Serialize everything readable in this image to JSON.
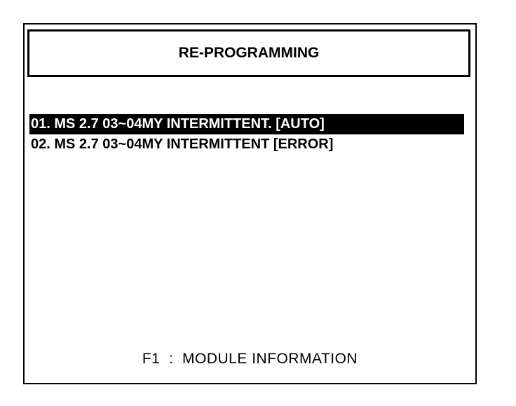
{
  "header": {
    "title": "RE-PROGRAMMING"
  },
  "menu": {
    "items": [
      {
        "label": "01. MS 2.7 03~04MY INTERMITTENT. [AUTO]",
        "selected": true
      },
      {
        "label": "02. MS 2.7 03~04MY INTERMITTENT [ERROR]",
        "selected": false
      }
    ]
  },
  "footer": {
    "hint": "F1  :  MODULE INFORMATION"
  }
}
